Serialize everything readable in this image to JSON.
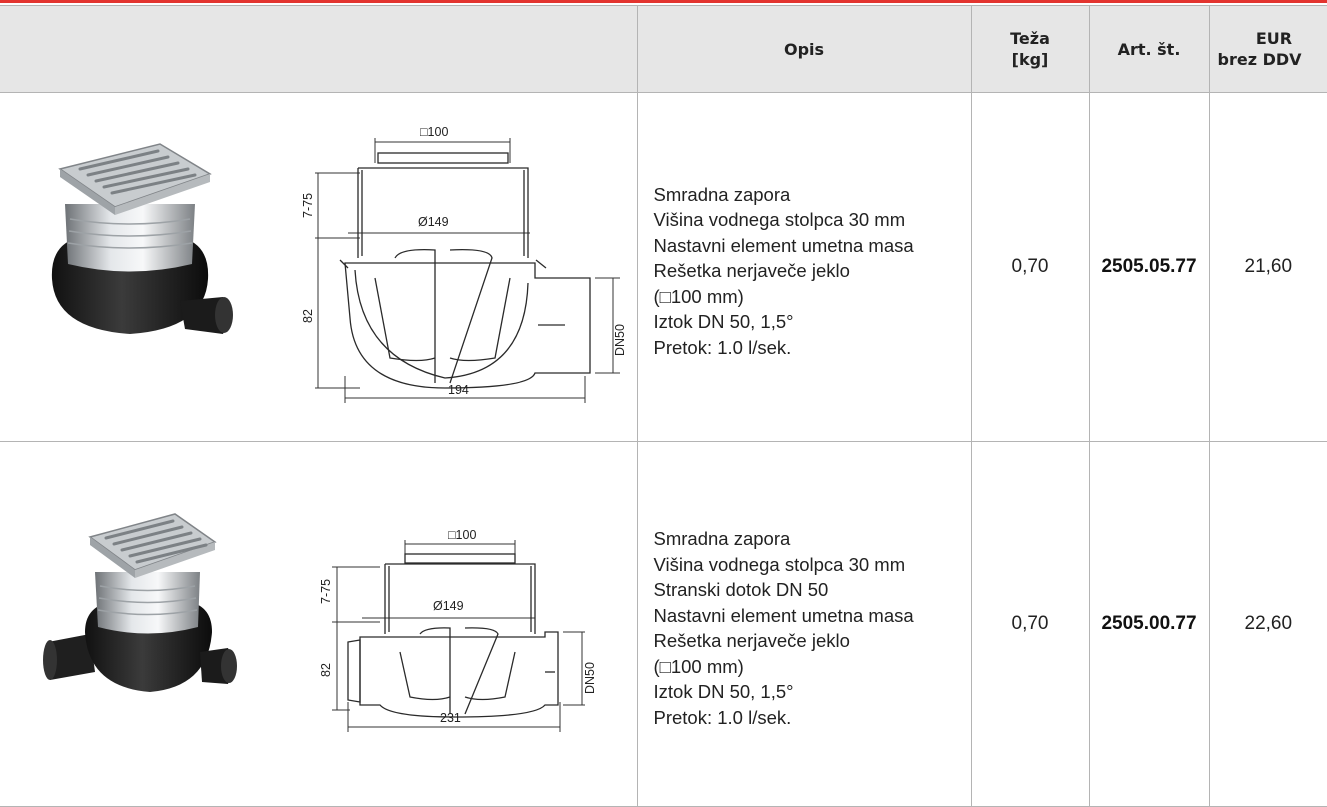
{
  "header": {
    "col_desc": "Opis",
    "col_weight_line1": "Teža",
    "col_weight_line2": "[kg]",
    "col_art": "Art. št.",
    "col_price_line1": "EUR",
    "col_price_line2": "brez DDV"
  },
  "rows": [
    {
      "desc": [
        "Smradna zapora",
        "Višina vodnega stolpca 30 mm",
        "Nastavni element umetna masa",
        "Rešetka nerjaveče jeklo",
        "(□100 mm)",
        "Iztok DN 50, 1,5°",
        "Pretok: 1.0 l/sek."
      ],
      "weight": "0,70",
      "art": "2505.05.77",
      "price": "21,60",
      "dims": {
        "top": "□100",
        "height_upper": "7-75",
        "diameter": "Ø149",
        "height_lower": "82",
        "outlet": "DN50",
        "width": "194"
      }
    },
    {
      "desc": [
        "Smradna zapora",
        "Višina vodnega stolpca 30 mm",
        "Stranski dotok DN 50",
        "Nastavni element umetna masa",
        "Rešetka nerjaveče jeklo",
        "(□100 mm)",
        "Iztok DN 50, 1,5°",
        "Pretok: 1.0 l/sek."
      ],
      "weight": "0,70",
      "art": "2505.00.77",
      "price": "22,60",
      "dims": {
        "top": "□100",
        "height_upper": "7-75",
        "diameter": "Ø149",
        "height_lower": "82",
        "outlet": "DN50",
        "width": "231"
      }
    }
  ]
}
